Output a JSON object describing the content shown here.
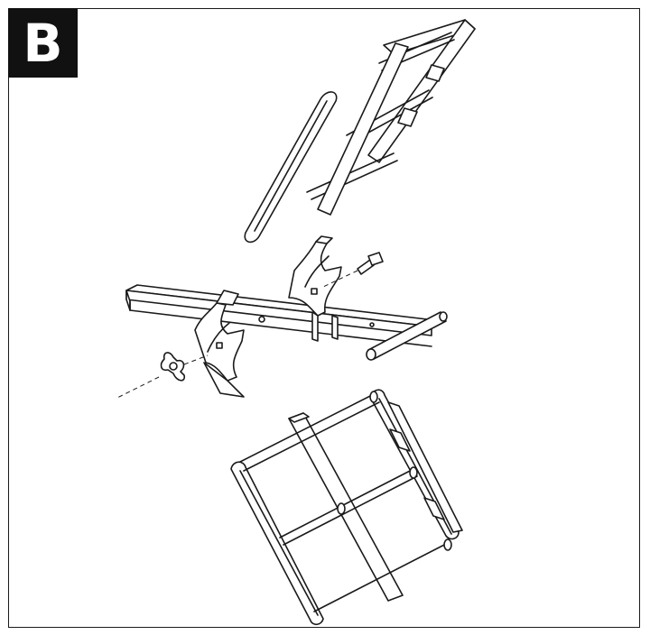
{
  "step_label": "B",
  "colors": {
    "line": "#1a1a1a",
    "badge": "#111111",
    "paper": "#ffffff"
  },
  "parts": [
    "top-ladder-frame",
    "crossbar-tube",
    "left-bracket",
    "right-bracket",
    "bolt",
    "wing-nut",
    "pin",
    "bottom-ladder-frame"
  ]
}
